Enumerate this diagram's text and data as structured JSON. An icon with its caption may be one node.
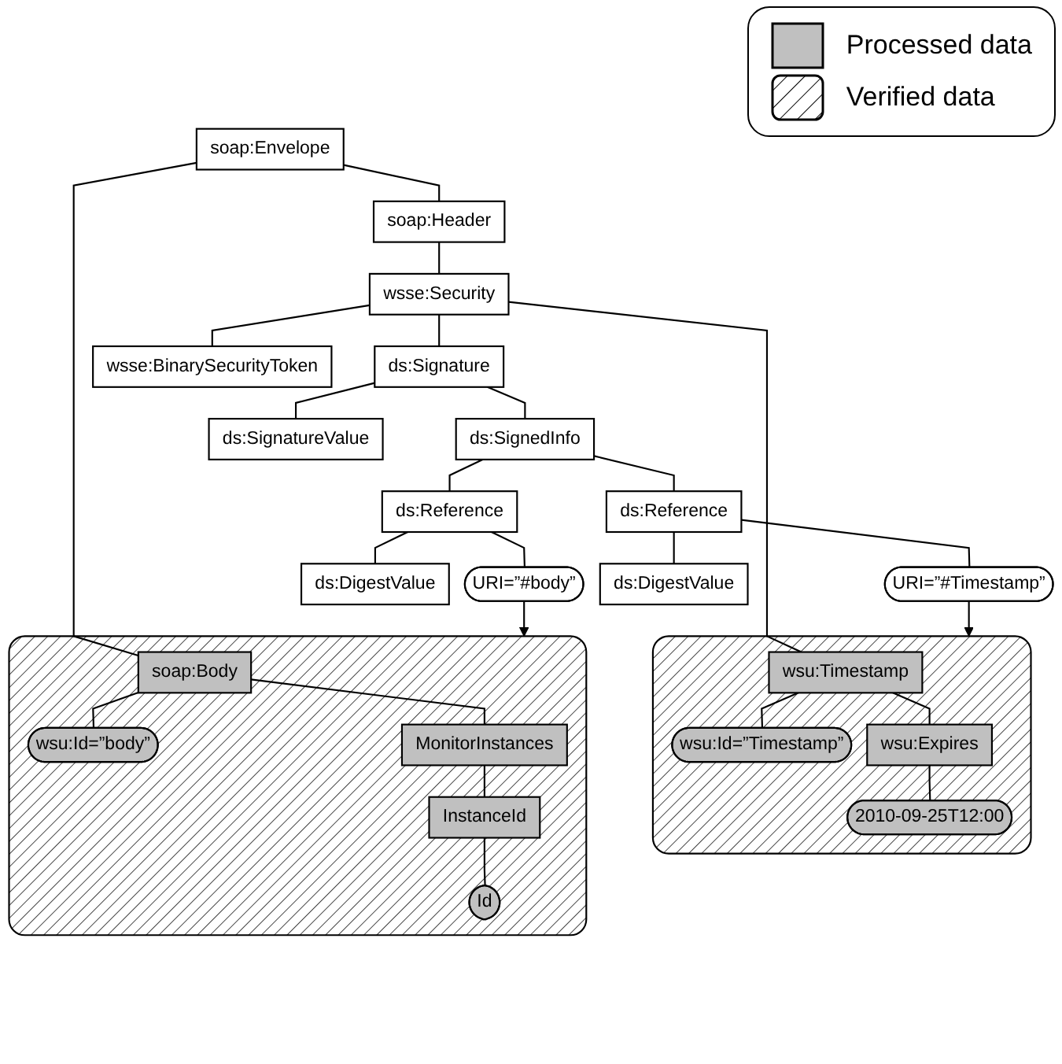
{
  "diagram": {
    "nodes": [
      {
        "text": [
          "soap:Envelope"
        ]
      },
      {
        "text": [
          "soap:Header"
        ]
      },
      {
        "text": [
          "wsse:Security"
        ]
      },
      {
        "text": [
          "ds:Signature"
        ]
      },
      {
        "text": [
          "ds:SignedInfo"
        ]
      },
      {
        "text": [
          "ds:Reference"
        ]
      },
      {
        "text": [
          "URI=”#body”"
        ]
      },
      {
        "text": [
          "ds:DigestValue"
        ]
      },
      {
        "text": [
          "ds:Reference"
        ]
      },
      {
        "text": [
          "URI=”#Timestamp”"
        ]
      },
      {
        "text": [
          "ds:DigestValue"
        ]
      },
      {
        "text": [
          "ds:SignatureValue"
        ]
      },
      {
        "text": [
          "wsse:BinarySecurityToken"
        ]
      },
      {
        "text": [],
        "shape": "box"
      },
      {
        "text": [
          "wsu:Timestamp"
        ],
        "in": 13
      },
      {
        "text": [
          "wsu:Id=”Timestamp”"
        ],
        "in": 13
      },
      {
        "text": [
          "wsu:Expires"
        ],
        "in": 13
      },
      {
        "text": [
          "2010-09-25T12:00"
        ],
        "in": 13
      },
      {
        "text": [],
        "shape": "box"
      },
      {
        "text": [
          "soap:Body"
        ],
        "in": 18
      },
      {
        "text": [
          "wsu:Id=”body”"
        ],
        "in": 18
      },
      {
        "text": [
          "MonitorInstances"
        ],
        "in": 18
      },
      {
        "text": [
          "InstanceId"
        ],
        "in": 18
      },
      {
        "text": [
          "Id"
        ],
        "in": 18
      }
    ],
    "edges": [
      {
        "from": 0,
        "to": 1,
        "arrow": "none"
      },
      {
        "from": 1,
        "to": 2,
        "arrow": "none"
      },
      {
        "from": 2,
        "to": 3,
        "arrow": "none"
      },
      {
        "from": 3,
        "to": 4,
        "arrow": "none"
      },
      {
        "from": 4,
        "to": 5,
        "arrow": "none"
      },
      {
        "from": 5,
        "to": 6,
        "arrow": "none"
      },
      {
        "from": 5,
        "to": 7,
        "arrow": "none"
      },
      {
        "from": 4,
        "to": 8,
        "arrow": "none"
      },
      {
        "from": 8,
        "to": 9,
        "arrow": "none"
      },
      {
        "from": 8,
        "to": 10,
        "arrow": "none"
      },
      {
        "from": 3,
        "to": 11,
        "arrow": "none"
      },
      {
        "from": 2,
        "to": 12,
        "arrow": "none"
      },
      {
        "from": 2,
        "to": 14,
        "arrow": "none"
      },
      {
        "from": 14,
        "to": 15,
        "arrow": "none"
      },
      {
        "from": 14,
        "to": 16,
        "arrow": "none"
      },
      {
        "from": 16,
        "to": 17,
        "arrow": "none"
      },
      {
        "from": 0,
        "to": 19,
        "arrow": "none"
      },
      {
        "from": 19,
        "to": 20,
        "arrow": "none"
      },
      {
        "from": 19,
        "to": 21,
        "arrow": "none"
      },
      {
        "from": 21,
        "to": 22,
        "arrow": "none"
      },
      {
        "from": 22,
        "to": 23,
        "arrow": "none"
      },
      {
        "from": 9,
        "to": 13,
        "arrow": "to"
      },
      {
        "from": 6,
        "to": 18,
        "arrow": "to"
      }
    ],
    "legend": [
      {
        "text": "Processed data",
        "color": "#c0c0c0"
      },
      {
        "text": "Verified data"
      }
    ]
  }
}
